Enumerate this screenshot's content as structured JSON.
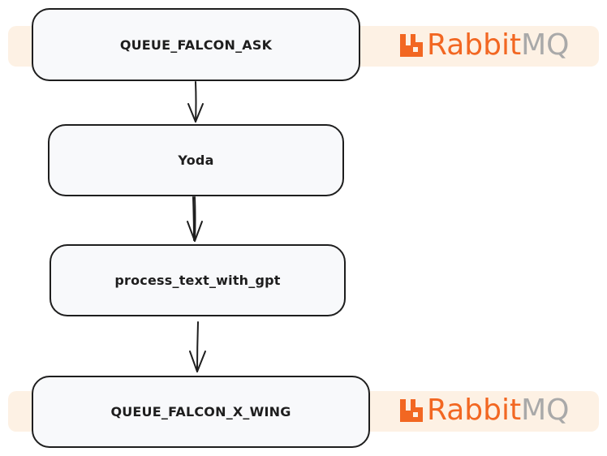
{
  "nodes": {
    "n1": "QUEUE_FALCON_ASK",
    "n2": "Yoda",
    "n3": "process_text_with_gpt",
    "n4": "QUEUE_FALCON_X_WING"
  },
  "logos": [
    {
      "brand_primary": "Rabbit",
      "brand_secondary": "MQ"
    },
    {
      "brand_primary": "Rabbit",
      "brand_secondary": "MQ"
    }
  ],
  "colors": {
    "brand_orange": "#f26722",
    "brand_gray": "#a9a9a9",
    "band_background": "#fdf1e4",
    "node_fill": "#f8f9fb",
    "stroke": "#1e1e1e"
  },
  "icons": {
    "logo_mark": "rabbitmq-logo-icon",
    "arrow": "arrow-down-icon"
  }
}
